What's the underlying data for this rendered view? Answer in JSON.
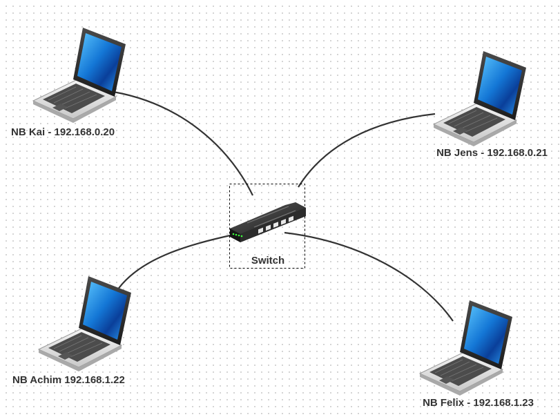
{
  "diagram": {
    "nodes": {
      "switch": {
        "label": "Switch",
        "icon": "network-switch-icon"
      },
      "nb_kai": {
        "label": "NB Kai - 192.168.0.20",
        "icon": "laptop-icon"
      },
      "nb_jens": {
        "label": "NB Jens - 192.168.0.21",
        "icon": "laptop-icon"
      },
      "nb_achim": {
        "label": "NB Achim 192.168.1.22",
        "icon": "laptop-icon"
      },
      "nb_felix": {
        "label": "NB Felix - 192.168.1.23",
        "icon": "laptop-icon"
      }
    },
    "edges": [
      {
        "from": "switch",
        "to": "nb_kai"
      },
      {
        "from": "switch",
        "to": "nb_jens"
      },
      {
        "from": "switch",
        "to": "nb_achim"
      },
      {
        "from": "switch",
        "to": "nb_felix"
      }
    ],
    "colors": {
      "edge": "#333333",
      "screen": "#1a8fe0",
      "label_text": "#333333",
      "selection_border": "#000000"
    }
  }
}
